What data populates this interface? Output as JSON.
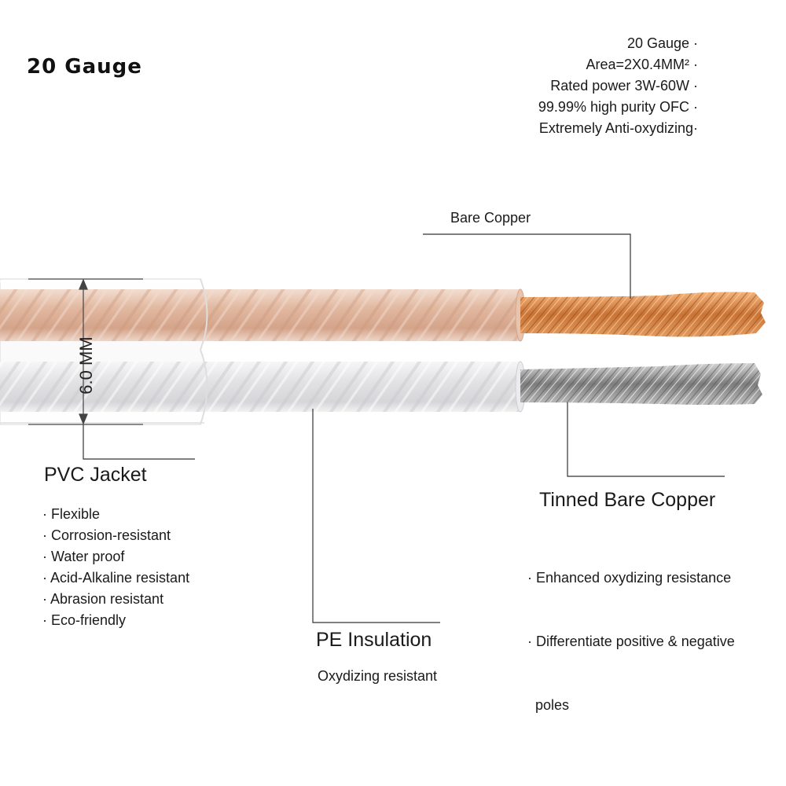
{
  "title": "20 Gauge",
  "specs": [
    "20 Gauge ·",
    "Area=2X0.4MM² ·",
    "Rated power 3W-60W ·",
    "99.99% high purity OFC ·",
    "Extremely Anti-oxydizing·"
  ],
  "dimension": "6.0 MM",
  "bare_copper": {
    "label": "Bare Copper"
  },
  "pvc_jacket": {
    "heading": "PVC Jacket",
    "features": [
      "· Flexible",
      "· Corrosion-resistant",
      "· Water proof",
      "· Acid-Alkaline resistant",
      "· Abrasion resistant",
      "· Eco-friendly"
    ]
  },
  "tinned_copper": {
    "heading": "Tinned Bare Copper",
    "features": [
      "· Enhanced oxydizing resistance",
      "· Differentiate positive & negative",
      "  poles"
    ]
  },
  "pe_insulation": {
    "heading": "PE Insulation",
    "feature": "Oxydizing resistant"
  },
  "colors": {
    "copper_jacket": "#e0b9a3",
    "silver_jacket": "#e4e4e6",
    "copper_strands": "#d98a4e",
    "tinned_strands": "#9a9a9a",
    "callout_line": "#333333"
  }
}
